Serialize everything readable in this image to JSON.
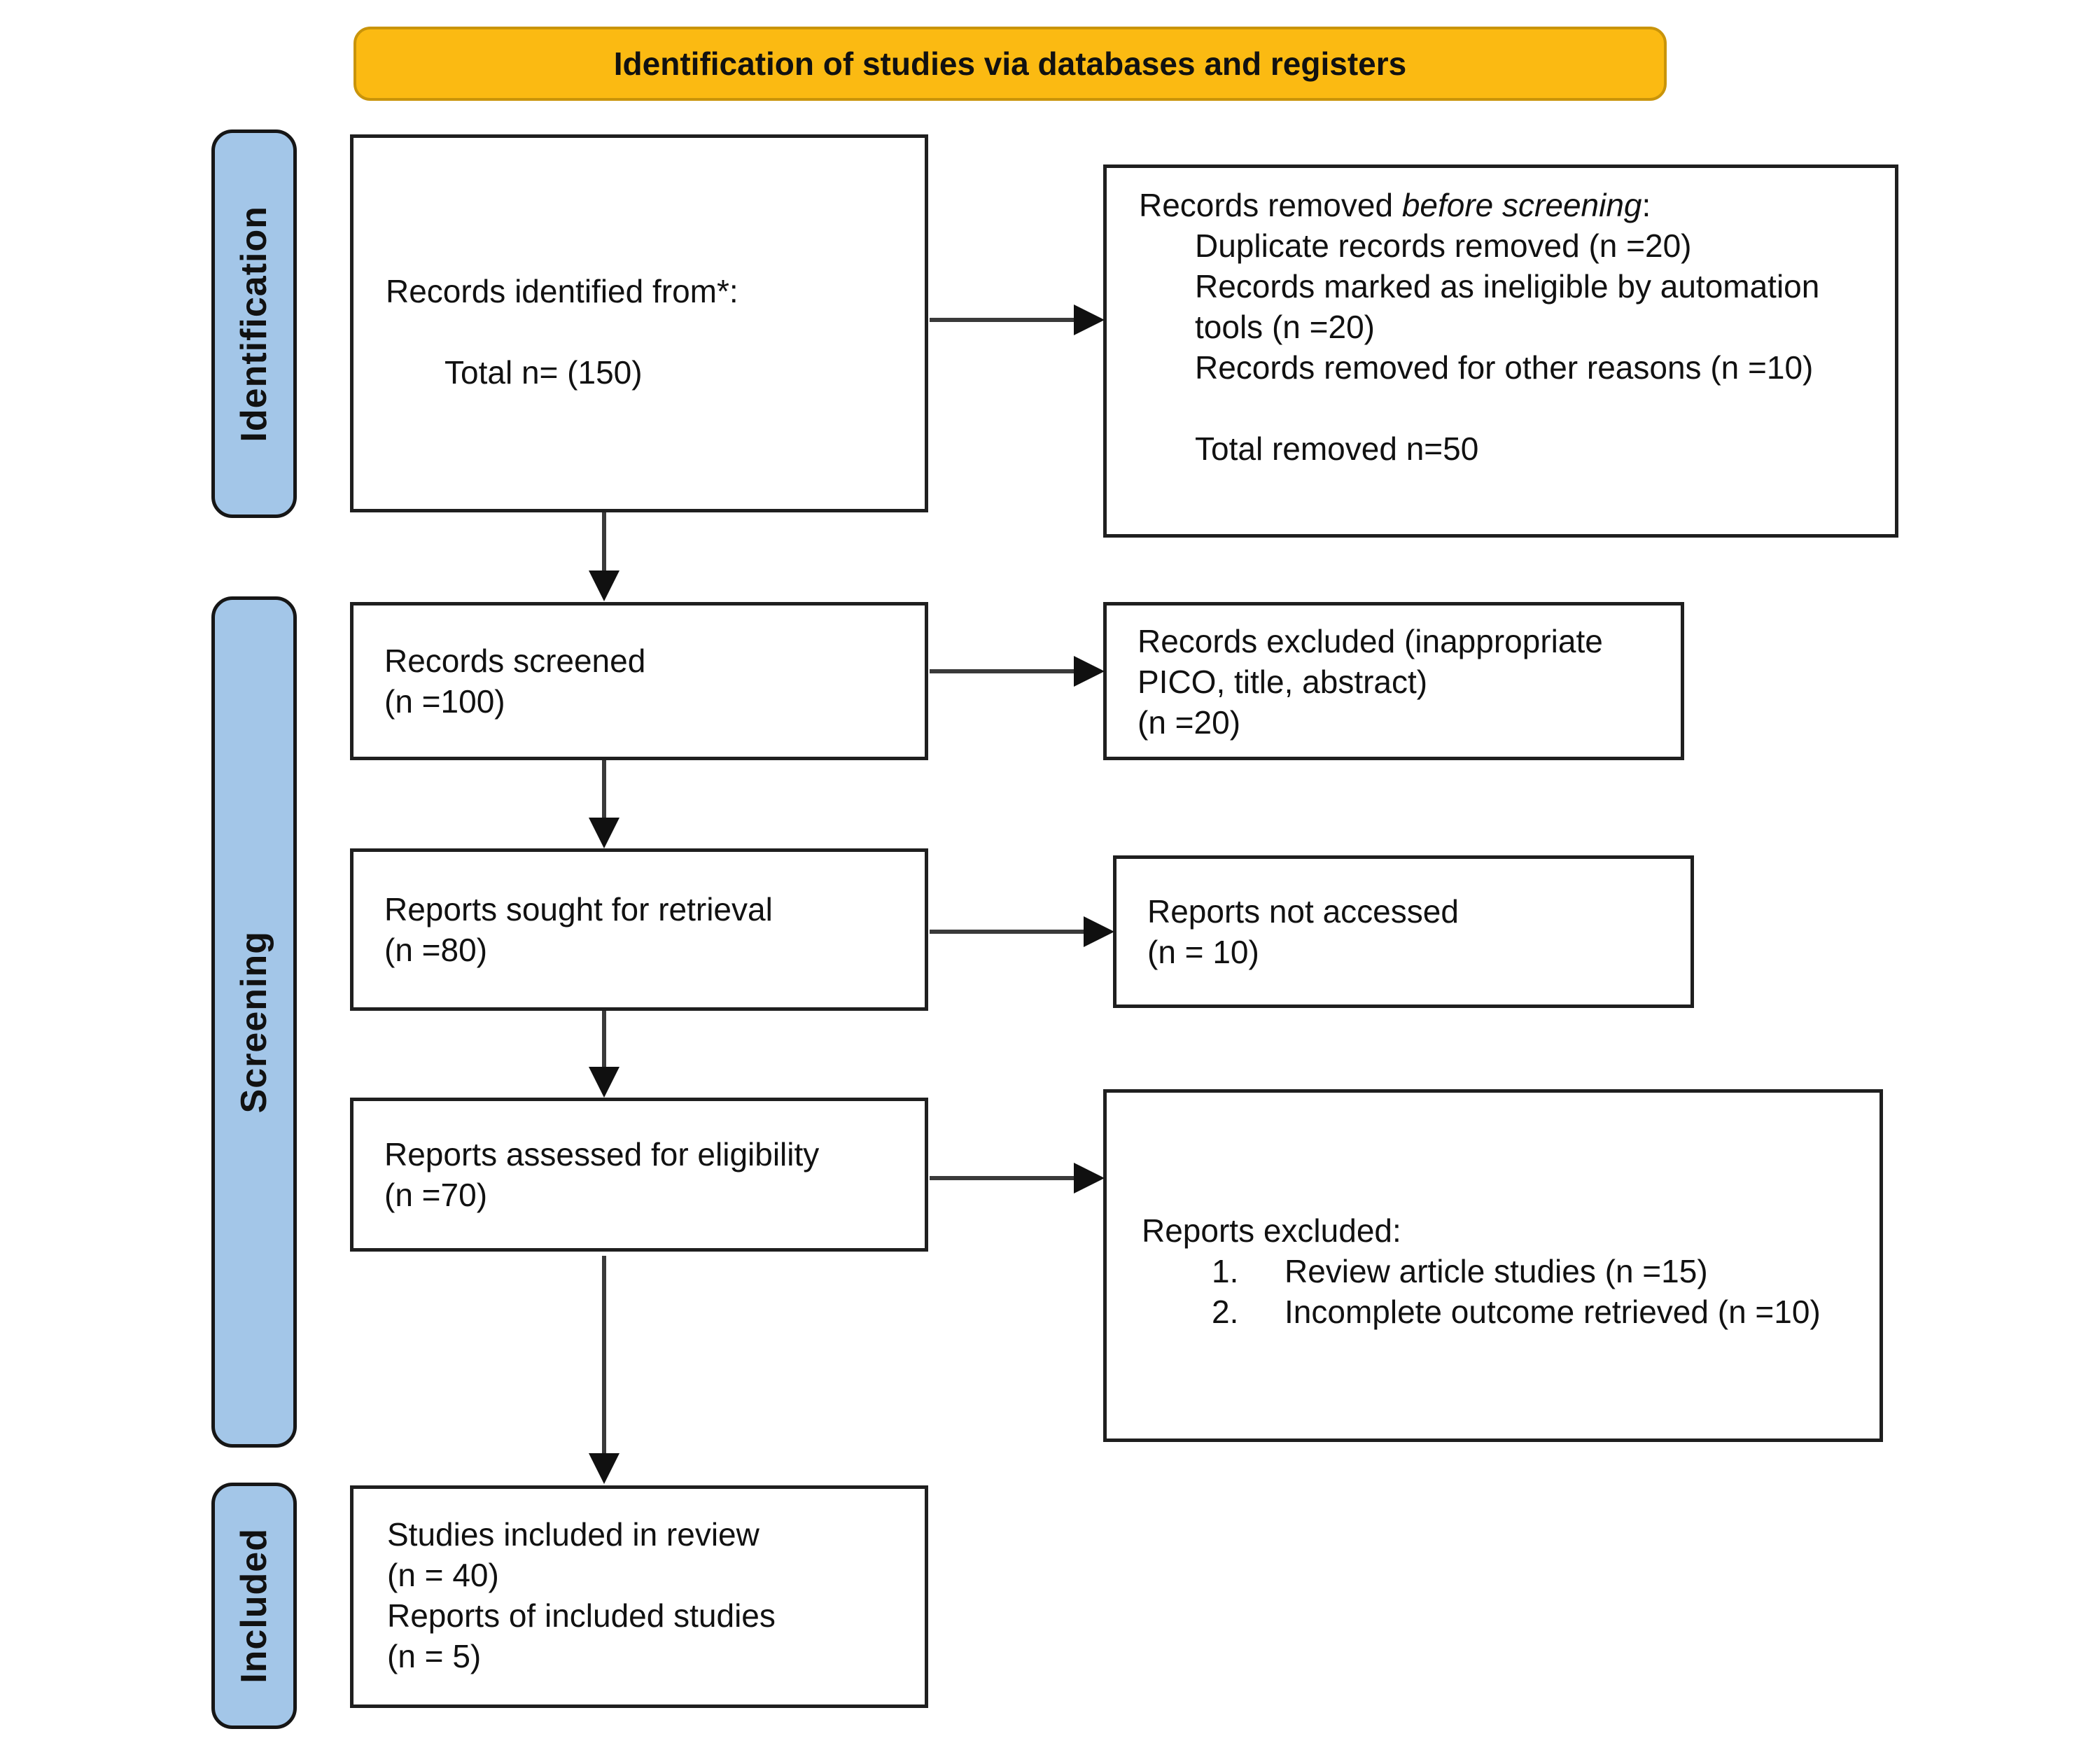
{
  "title": "Identification of studies via databases and registers",
  "colors": {
    "page_bg": "#FFFFFF",
    "header_fill": "#FBBA12",
    "header_border": "#C9940A",
    "stage_fill": "#A3C6E8",
    "stage_border": "#161616",
    "box_border": "#1F1F1F",
    "arrow": "#3A3A3A",
    "arrowhead": "#101010",
    "text": "#111111"
  },
  "stages": {
    "identification": "Identification",
    "screening": "Screening",
    "included": "Included"
  },
  "boxes": {
    "records_identified": {
      "line1": "Records identified from*:",
      "line2": "Total n= (150)"
    },
    "records_removed": {
      "title_prefix": "Records removed ",
      "title_italic": "before screening",
      "title_suffix": ":",
      "items": [
        "Duplicate records removed (n =20)",
        "Records marked as ineligible by automation tools (n =20)",
        "Records removed for other reasons (n =10)"
      ],
      "total": "Total removed n=50"
    },
    "records_screened": {
      "line1": "Records screened",
      "line2": "(n =100)"
    },
    "records_excluded": {
      "line1": "Records excluded (inappropriate",
      "line2": "PICO, title, abstract)",
      "line3": "(n =20)"
    },
    "reports_sought": {
      "line1": "Reports sought for retrieval",
      "line2": "(n =80)"
    },
    "reports_not_accessed": {
      "line1": "Reports not accessed",
      "line2": "(n = 10)"
    },
    "reports_assessed": {
      "line1": "Reports assessed for eligibility",
      "line2": "(n =70)"
    },
    "reports_excluded": {
      "title": "Reports excluded:",
      "items": [
        {
          "num": "1.",
          "text": "Review article studies (n =15)"
        },
        {
          "num": "2.",
          "text": "Incomplete outcome retrieved (n =10)"
        }
      ]
    },
    "studies_included": {
      "lines": [
        "Studies included in review",
        "(n = 40)",
        "Reports of included studies",
        "(n = 5)"
      ]
    }
  }
}
